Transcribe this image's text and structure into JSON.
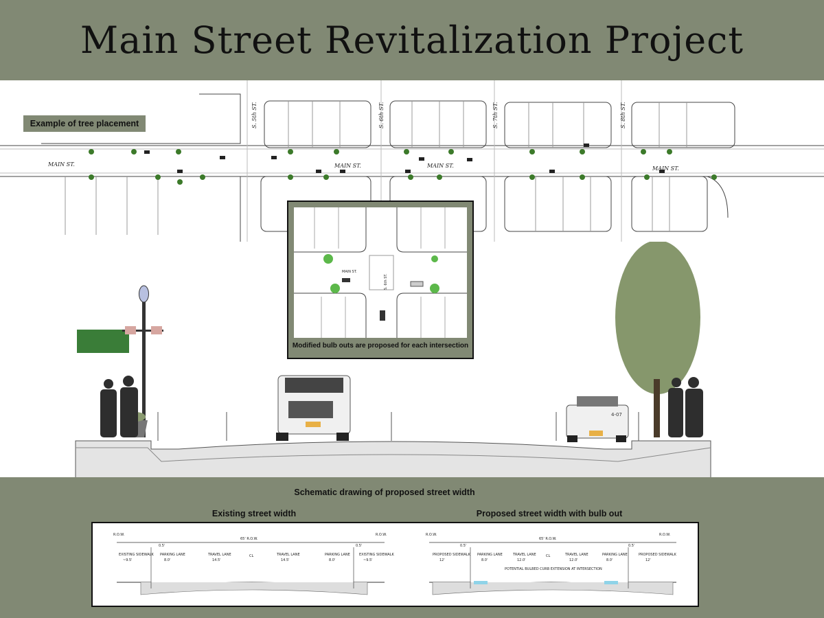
{
  "header": {
    "title": "Main Street Revitalization Project"
  },
  "plan": {
    "tag": "Example of tree placement",
    "street_labels": [
      "S. 5th ST.",
      "S. 6th ST.",
      "S. 7th ST.",
      "S. 8th ST."
    ],
    "main_labels": [
      "MAIN ST.",
      "MAIN ST.",
      "MAIN ST.",
      "MAIN ST."
    ]
  },
  "inset": {
    "caption": "Modified bulb outs are proposed for each intersection",
    "main_label": "MAIN ST.",
    "cross_label": "S. 6th ST."
  },
  "section": {
    "truck_plate": "4-07"
  },
  "bottom": {
    "heading": "Schematic drawing of proposed street width",
    "existing_title": "Existing street width",
    "proposed_title": "Proposed street width with bulb out",
    "existing": {
      "row": "R.O.W.",
      "total": "65' R.O.W.",
      "offset": "0.5'",
      "cl": "CL",
      "segments": [
        {
          "label": "EXISTING SIDEWALK",
          "width": "~9.5'"
        },
        {
          "label": "PARKING LANE",
          "width": "8.0'"
        },
        {
          "label": "TRAVEL LANE",
          "width": "14.5'"
        },
        {
          "label": "TRAVEL LANE",
          "width": "14.5'"
        },
        {
          "label": "PARKING LANE",
          "width": "8.0'"
        },
        {
          "label": "EXISTING SIDEWALK",
          "width": "~9.5'"
        }
      ]
    },
    "proposed": {
      "row": "R.O.W.",
      "total": "65' R.O.W.",
      "offset": "0.5'",
      "cl": "CL",
      "note": "POTENTIAL BULBED CURB EXTENSION AT INTERSECTION",
      "segments": [
        {
          "label": "PROPOSED SIDEWALK",
          "width": "12'"
        },
        {
          "label": "PARKING LANE",
          "width": "8.0'"
        },
        {
          "label": "TRAVEL LANE",
          "width": "12.0'"
        },
        {
          "label": "TRAVEL LANE",
          "width": "12.0'"
        },
        {
          "label": "PARKING LANE",
          "width": "8.0'"
        },
        {
          "label": "PROPOSED SIDEWALK",
          "width": "12'"
        }
      ]
    }
  }
}
